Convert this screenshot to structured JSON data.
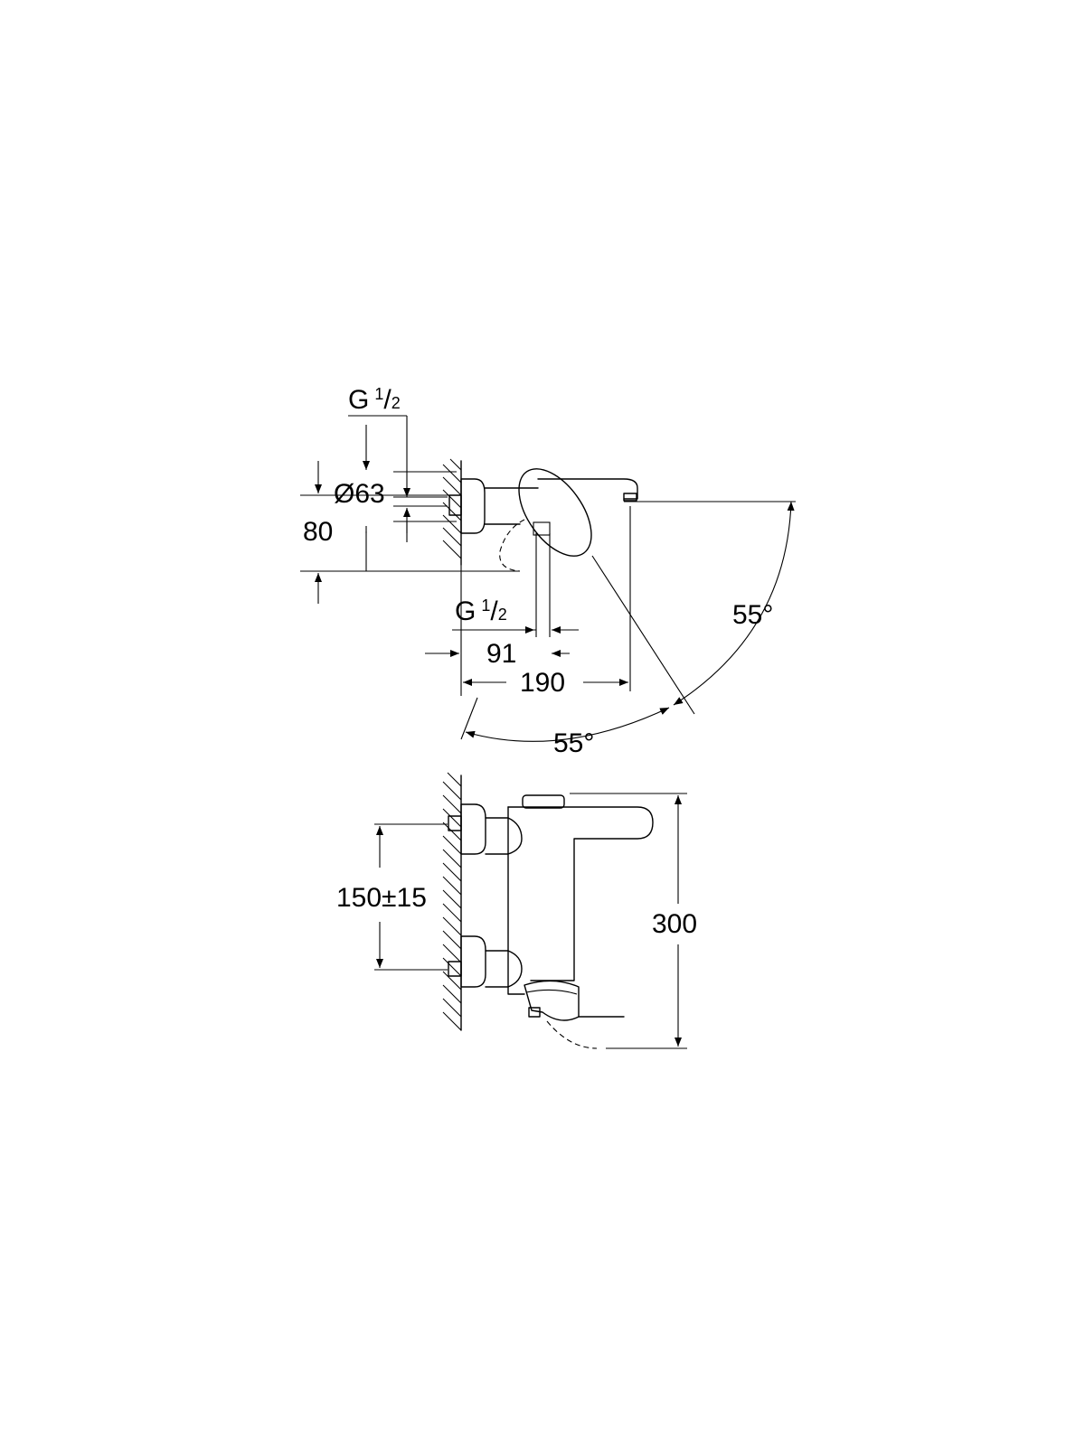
{
  "top_view": {
    "thread_top": {
      "main": "G",
      "num": "1",
      "slash": "/",
      "den": "2"
    },
    "diameter": "Ø63",
    "height": "80",
    "thread_bottom": {
      "main": "G",
      "num": "1",
      "slash": "/",
      "den": "2"
    },
    "offset_91": "91",
    "length_190": "190",
    "angle_right": "55°",
    "angle_bottom": "55°"
  },
  "front_view": {
    "spacing": "150±15",
    "total_height": "300"
  }
}
